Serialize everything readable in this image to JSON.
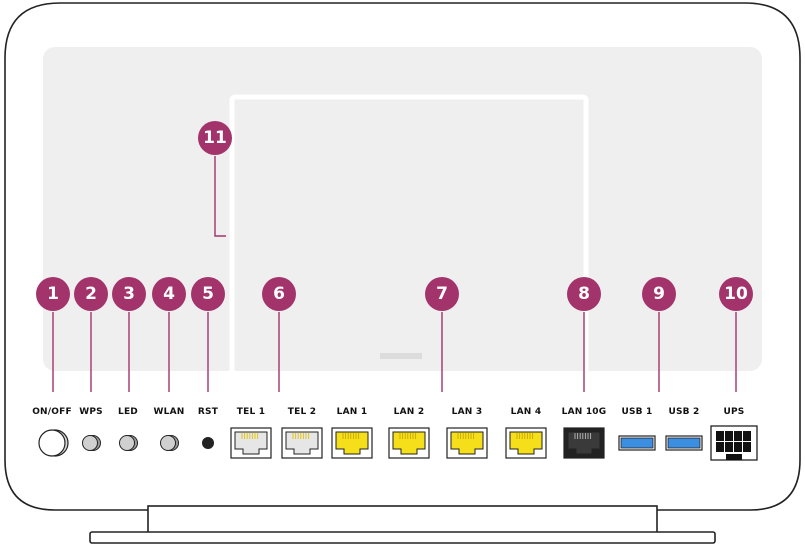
{
  "colors": {
    "badge": "#a3336b",
    "panel": "#efefef",
    "lan_port": "#f5df1a",
    "lan10g_port": "#3a3a3a",
    "usb_port": "#3c8ee0",
    "tel_port": "#e6e6e6"
  },
  "ports": [
    {
      "label": "ON/OFF",
      "kind": "power-button"
    },
    {
      "label": "WPS",
      "kind": "button"
    },
    {
      "label": "LED",
      "kind": "button"
    },
    {
      "label": "WLAN",
      "kind": "button"
    },
    {
      "label": "RST",
      "kind": "reset-pin"
    },
    {
      "label": "TEL 1",
      "kind": "tel"
    },
    {
      "label": "TEL 2",
      "kind": "tel"
    },
    {
      "label": "LAN 1",
      "kind": "lan"
    },
    {
      "label": "LAN 2",
      "kind": "lan"
    },
    {
      "label": "LAN 3",
      "kind": "lan"
    },
    {
      "label": "LAN 4",
      "kind": "lan"
    },
    {
      "label": "LAN 10G",
      "kind": "lan10g"
    },
    {
      "label": "USB 1",
      "kind": "usb"
    },
    {
      "label": "USB 2",
      "kind": "usb"
    },
    {
      "label": "UPS",
      "kind": "ups"
    }
  ],
  "callouts": [
    "1",
    "2",
    "3",
    "4",
    "5",
    "6",
    "7",
    "8",
    "9",
    "10",
    "11"
  ]
}
